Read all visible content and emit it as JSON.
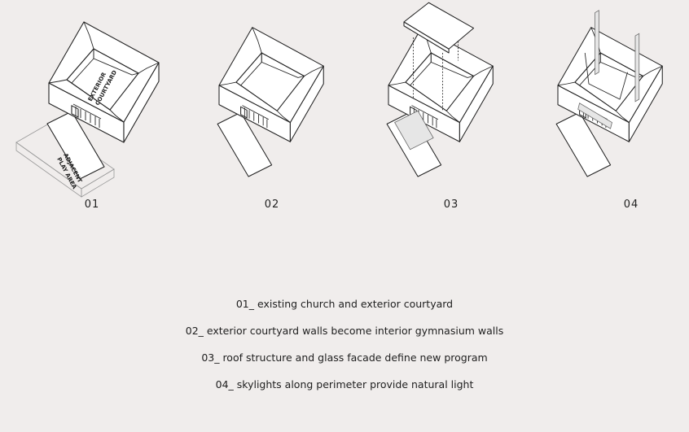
{
  "steps": [
    {
      "number": "01",
      "caption": "01_ existing church and exterior courtyard"
    },
    {
      "number": "02",
      "caption": "02_ exterior courtyard walls become interior gymnasium walls"
    },
    {
      "number": "03",
      "caption": "03_ roof structure and glass facade define new program"
    },
    {
      "number": "04",
      "caption": "04_ skylights along perimeter provide natural light"
    }
  ],
  "labels": {
    "courtyard_1": "EXTERIOR",
    "courtyard_2": "COURTYARD",
    "plaza_1": "ADJACENT",
    "plaza_2": "PLAY AREA"
  }
}
